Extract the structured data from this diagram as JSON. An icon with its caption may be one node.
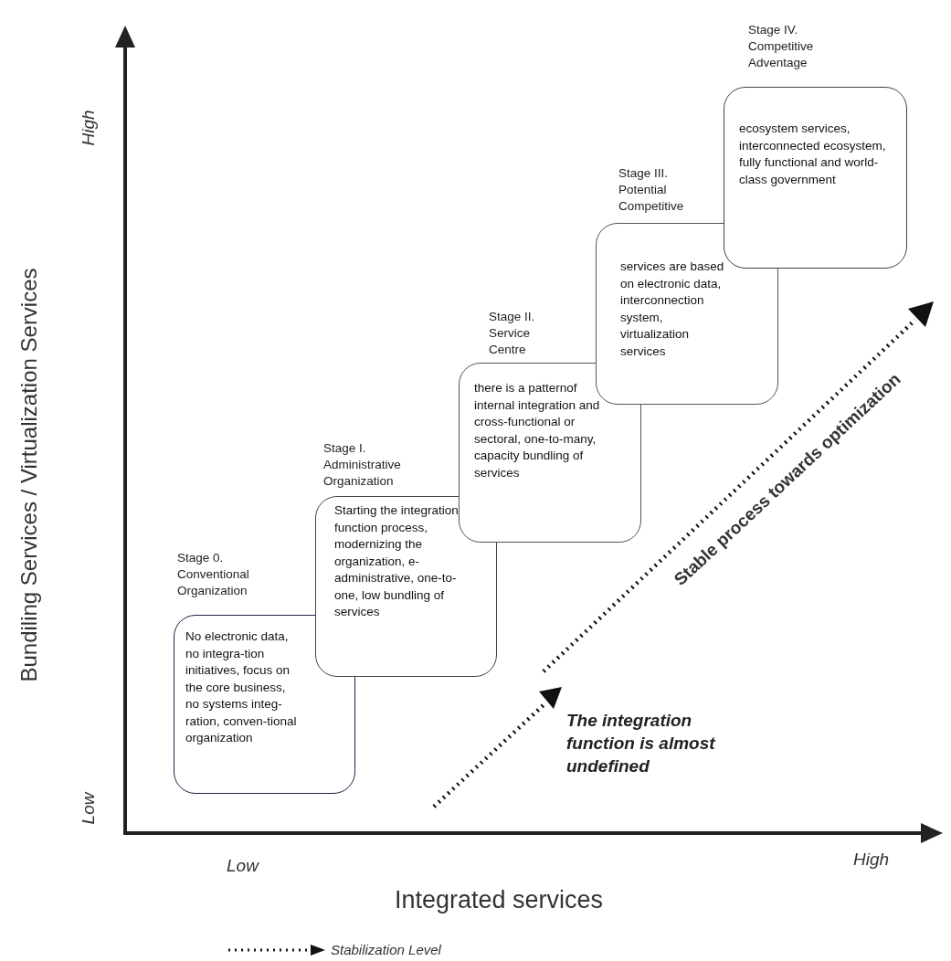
{
  "diagram": {
    "nodes": [
      {
        "text": [
          "Stage 0. Conventional Organization",
          "No electronic data, no integra-tion initiatives, focus on the core business, no systems integ-ration, conven-tional organization"
        ]
      },
      {
        "text": [
          "Stage I. Administrative Organization",
          "Starting the integration function process, modernizing the organization, e-administrative, one-to-one, low bundling of services"
        ]
      },
      {
        "text": [
          "Stage II. Service Centre",
          "there is a patternof internal integration and cross-functional or sectoral, one-to-many, capacity bundling of services"
        ]
      },
      {
        "text": [
          "Stage III. Potential Competitive",
          "services are based on electronic data, interconnection system, virtualization services"
        ]
      },
      {
        "text": [
          "Stage IV. Competitive Adventage",
          "ecosystem services, interconnected ecosystem, fully functional and world-class government"
        ]
      }
    ],
    "labels": [
      "High",
      "Bundiling Services / Virtualization Services",
      "Low",
      "Stable process towards optimization",
      "The integration function is almost undefined",
      "Low",
      "High",
      "Integrated services"
    ],
    "legend": [
      {
        "text": "Stabilization Level"
      }
    ]
  }
}
